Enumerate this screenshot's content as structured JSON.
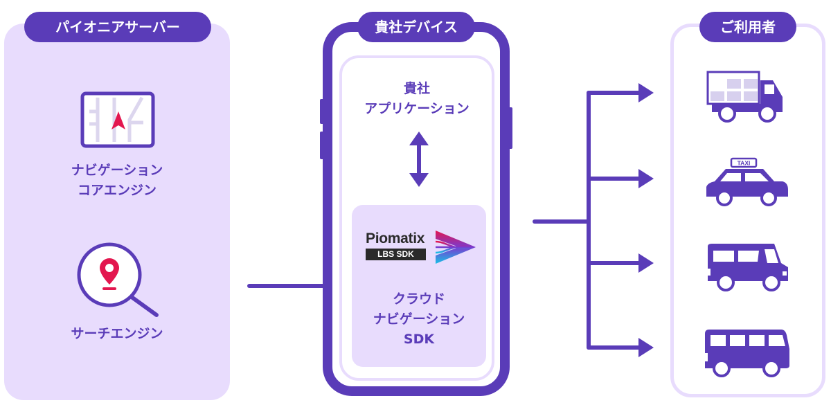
{
  "server": {
    "title": "パイオニアサーバー",
    "components": [
      {
        "icon": "map-navigation-icon",
        "label_lines": [
          "ナビゲーション",
          "コアエンジン"
        ]
      },
      {
        "icon": "search-location-icon",
        "label_lines": [
          "サーチエンジン"
        ]
      }
    ]
  },
  "device": {
    "title": "貴社デバイス",
    "app_label_lines": [
      "貴社",
      "アプリケーション"
    ],
    "sdk": {
      "logo_name": "Piomatix",
      "logo_badge": "LBS SDK",
      "label_lines": [
        "クラウド",
        "ナビゲーション",
        "SDK"
      ]
    }
  },
  "users": {
    "title": "ご利用者",
    "vehicles": [
      {
        "icon": "truck-icon",
        "name": "truck"
      },
      {
        "icon": "taxi-icon",
        "name": "taxi",
        "sign": "TAXI"
      },
      {
        "icon": "van-icon",
        "name": "van"
      },
      {
        "icon": "bus-icon",
        "name": "bus"
      }
    ]
  },
  "colors": {
    "primary": "#5a3cb8",
    "panel_fill": "#e8dcfd",
    "accent_red": "#e3174f",
    "background": "#ffffff"
  }
}
